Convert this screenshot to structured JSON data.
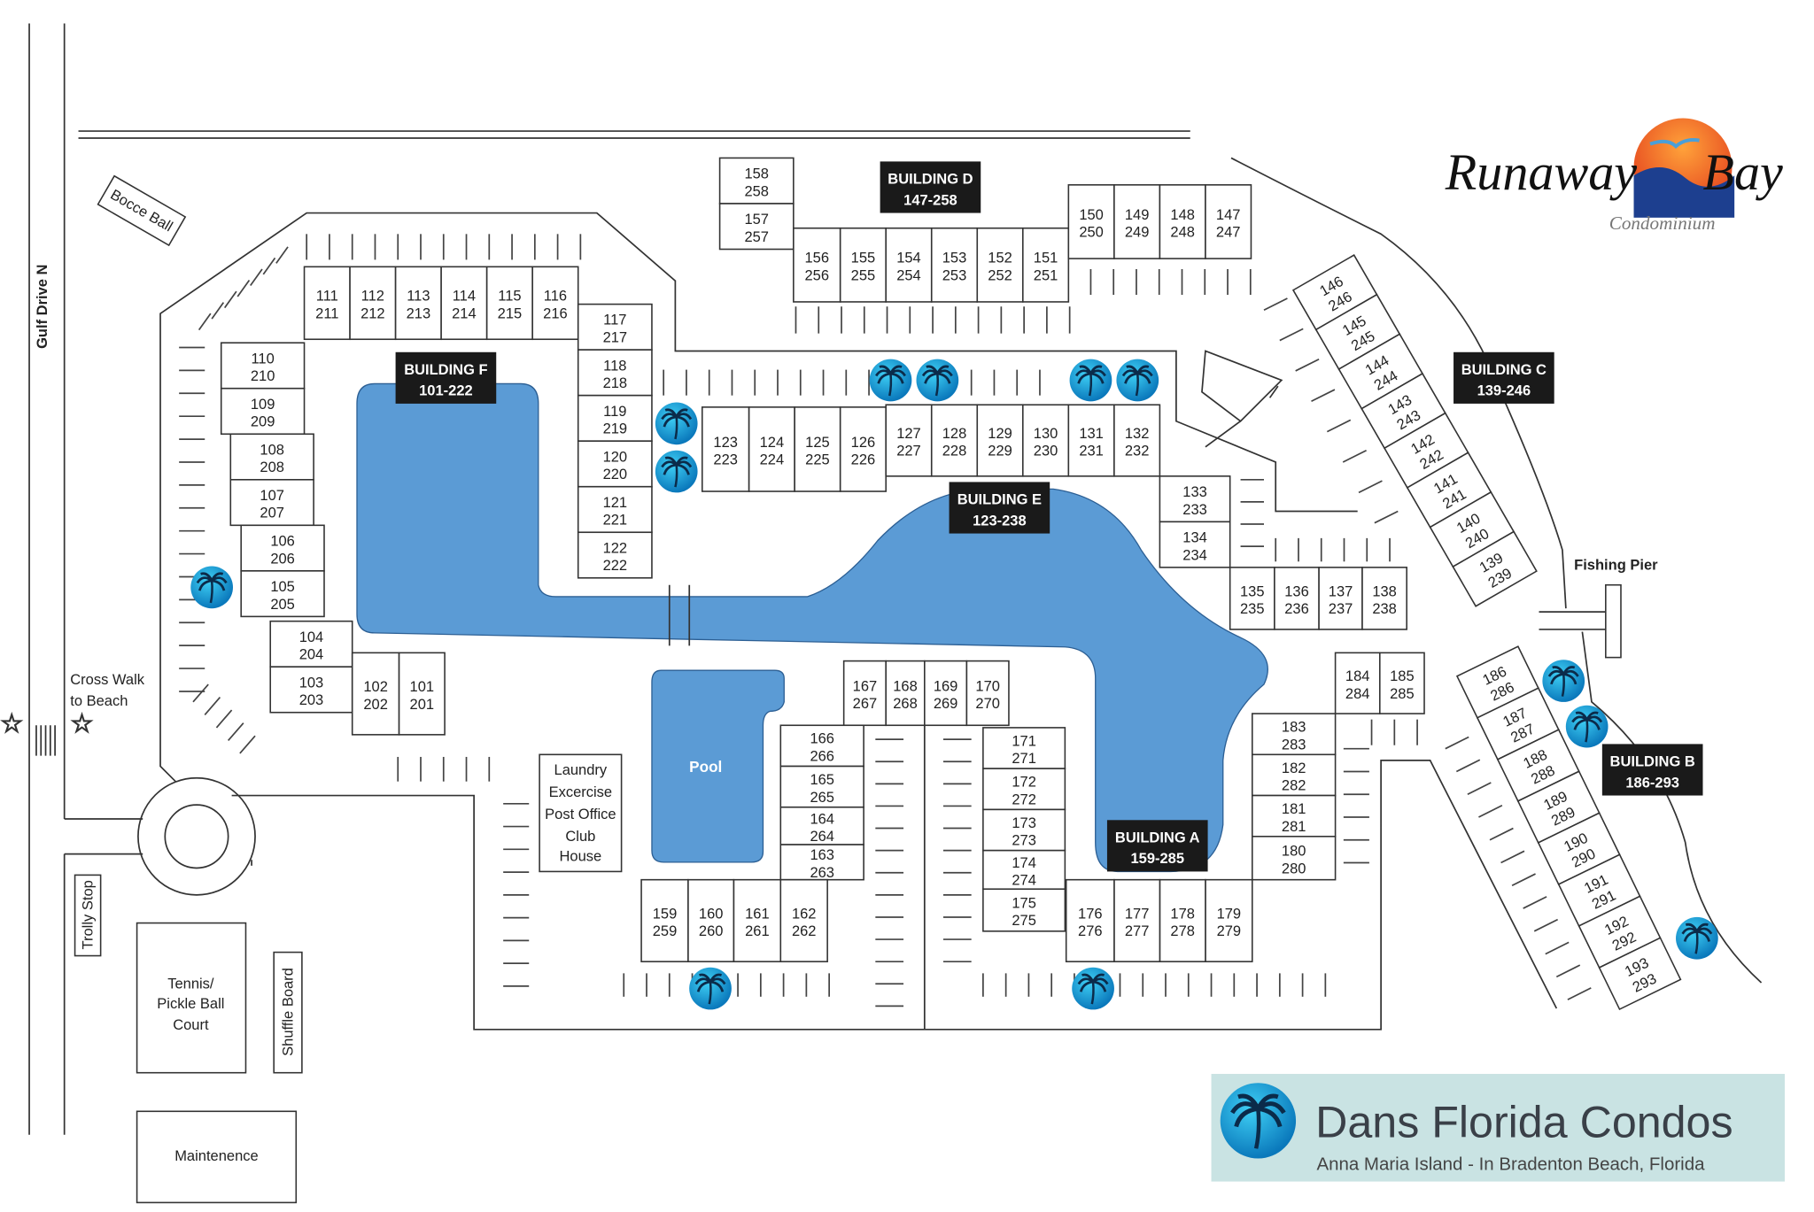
{
  "roads": {
    "gulf_drive": "Gulf Drive N"
  },
  "amenities": {
    "bocce": "Bocce Ball",
    "crosswalk": [
      "Cross Walk",
      "to Beach"
    ],
    "clubhouse": [
      "Laundry",
      "Excercise",
      "Post Office",
      "Club",
      "House"
    ],
    "pool": "Pool",
    "trolly": "Trolly Stop",
    "tennis": [
      "Tennis/",
      "Pickle Ball",
      "Court"
    ],
    "shuffle": "Shuffle Board",
    "maintenance": "Maintenence",
    "pier": "Fishing Pier"
  },
  "logo": {
    "word1": "Runaway",
    "word2": "Bay",
    "sub": "Condominium",
    "sun_color": "#f26a21"
  },
  "banner": {
    "title": "Dans Florida Condos",
    "subtitle": "Anna Maria Island - In Bradenton Beach, Florida",
    "bg": "#c9e3e3"
  },
  "colors": {
    "water": "#5b9bd5",
    "palm": "#14a3dc"
  },
  "buildings": [
    {
      "name": "BUILDING F",
      "range": "101-222",
      "units": [
        [
          "111",
          "211"
        ],
        [
          "112",
          "212"
        ],
        [
          "113",
          "213"
        ],
        [
          "114",
          "214"
        ],
        [
          "115",
          "215"
        ],
        [
          "116",
          "216"
        ],
        [
          "117",
          "217"
        ],
        [
          "118",
          "218"
        ],
        [
          "119",
          "219"
        ],
        [
          "120",
          "220"
        ],
        [
          "121",
          "221"
        ],
        [
          "122",
          "222"
        ],
        [
          "110",
          "210"
        ],
        [
          "109",
          "209"
        ],
        [
          "108",
          "208"
        ],
        [
          "107",
          "207"
        ],
        [
          "106",
          "206"
        ],
        [
          "105",
          "205"
        ],
        [
          "104",
          "204"
        ],
        [
          "103",
          "203"
        ],
        [
          "102",
          "202"
        ],
        [
          "101",
          "201"
        ]
      ]
    },
    {
      "name": "BUILDING E",
      "range": "123-238",
      "units": [
        [
          "123",
          "223"
        ],
        [
          "124",
          "224"
        ],
        [
          "125",
          "225"
        ],
        [
          "126",
          "226"
        ],
        [
          "127",
          "227"
        ],
        [
          "128",
          "228"
        ],
        [
          "129",
          "229"
        ],
        [
          "130",
          "230"
        ],
        [
          "131",
          "231"
        ],
        [
          "132",
          "232"
        ],
        [
          "133",
          "233"
        ],
        [
          "134",
          "234"
        ],
        [
          "135",
          "235"
        ],
        [
          "136",
          "236"
        ],
        [
          "137",
          "237"
        ],
        [
          "138",
          "238"
        ]
      ]
    },
    {
      "name": "BUILDING D",
      "range": "147-258",
      "units": [
        [
          "158",
          "258"
        ],
        [
          "157",
          "257"
        ],
        [
          "156",
          "256"
        ],
        [
          "155",
          "255"
        ],
        [
          "154",
          "254"
        ],
        [
          "153",
          "253"
        ],
        [
          "152",
          "252"
        ],
        [
          "151",
          "251"
        ],
        [
          "150",
          "250"
        ],
        [
          "149",
          "249"
        ],
        [
          "148",
          "248"
        ],
        [
          "147",
          "247"
        ]
      ]
    },
    {
      "name": "BUILDING C",
      "range": "139-246",
      "units": [
        [
          "146",
          "246"
        ],
        [
          "145",
          "245"
        ],
        [
          "144",
          "244"
        ],
        [
          "143",
          "243"
        ],
        [
          "142",
          "242"
        ],
        [
          "141",
          "241"
        ],
        [
          "140",
          "240"
        ],
        [
          "139",
          "239"
        ]
      ]
    },
    {
      "name": "BUILDING B",
      "range": "186-293",
      "units": [
        [
          "186",
          "286"
        ],
        [
          "187",
          "287"
        ],
        [
          "188",
          "288"
        ],
        [
          "189",
          "289"
        ],
        [
          "190",
          "290"
        ],
        [
          "191",
          "291"
        ],
        [
          "192",
          "292"
        ],
        [
          "193",
          "293"
        ]
      ]
    },
    {
      "name": "BUILDING A",
      "range": "159-285",
      "units": [
        [
          "184",
          "284"
        ],
        [
          "185",
          "285"
        ],
        [
          "183",
          "283"
        ],
        [
          "182",
          "282"
        ],
        [
          "181",
          "281"
        ],
        [
          "180",
          "280"
        ],
        [
          "179",
          "279"
        ],
        [
          "178",
          "278"
        ],
        [
          "177",
          "277"
        ],
        [
          "176",
          "276"
        ],
        [
          "171",
          "271"
        ],
        [
          "172",
          "272"
        ],
        [
          "173",
          "273"
        ],
        [
          "174",
          "274"
        ],
        [
          "175",
          "275"
        ],
        [
          "167",
          "267"
        ],
        [
          "168",
          "268"
        ],
        [
          "169",
          "269"
        ],
        [
          "170",
          "270"
        ],
        [
          "166",
          "266"
        ],
        [
          "165",
          "265"
        ],
        [
          "164",
          "264"
        ],
        [
          "163",
          "263"
        ],
        [
          "159",
          "259"
        ],
        [
          "160",
          "260"
        ],
        [
          "161",
          "261"
        ],
        [
          "162",
          "262"
        ]
      ]
    }
  ]
}
